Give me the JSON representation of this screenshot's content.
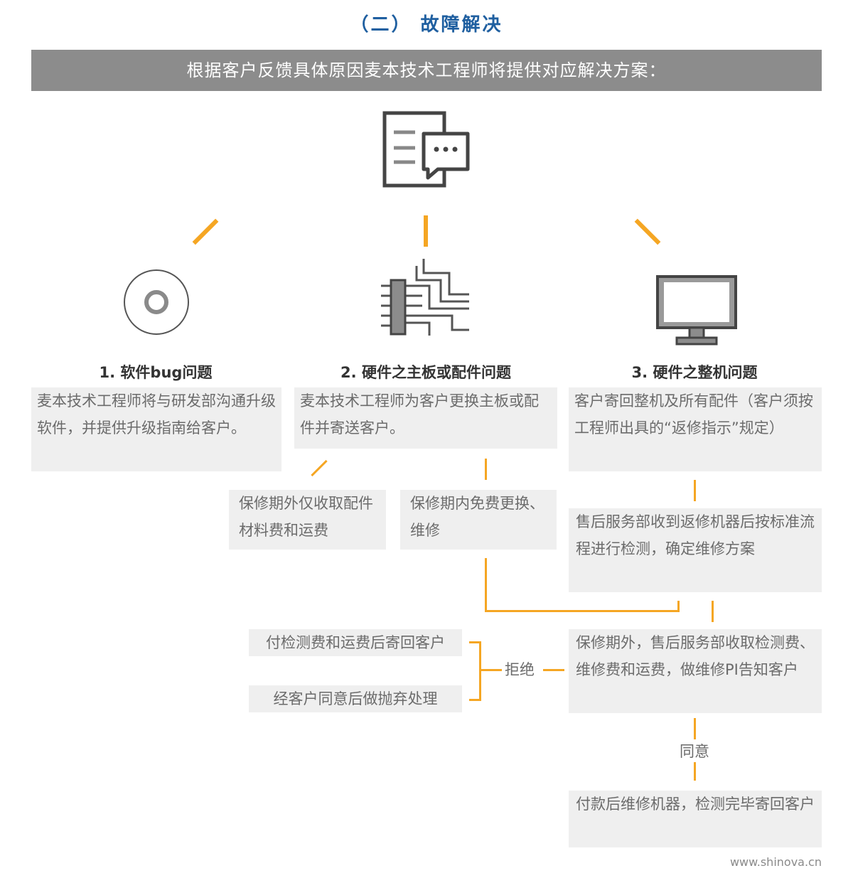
{
  "title": "（二） 故障解决",
  "banner": "根据客户反馈具体原因麦本技术工程师将提供对应解决方案：",
  "colors": {
    "accent": "#f5a623",
    "title": "#1f5fa0",
    "banner": "#8c8c8c",
    "box": "#efefef"
  },
  "icons": [
    "document-chat-icon",
    "disc-icon",
    "circuit-board-icon",
    "monitor-icon"
  ],
  "columns": [
    {
      "heading": "1.  软件bug问题",
      "text": "麦本技术工程师将与研发部沟通升级软件，并提供升级指南给客户。"
    },
    {
      "heading": "2.  硬件之主板或配件问题",
      "text": "麦本技术工程师为客户更换主板或配件并寄送客户。"
    },
    {
      "heading": "3.  硬件之整机问题",
      "text": "客户寄回整机及所有配件（客户须按工程师出具的“返修指示”规定）"
    }
  ],
  "hardware_branches": {
    "out_of_warranty": "保修期外仅收取配件材料费和运费",
    "in_warranty": "保修期内免费更换、维修"
  },
  "machine_flow": {
    "inspection": "售后服务部收到返修机器后按标准流程进行检测，确定维修方案",
    "quote": "保修期外，售后服务部收取检测费、维修费和运费，做维修PI告知客户",
    "reject_label": "拒绝",
    "reject_option_1": "付检测费和运费后寄回客户",
    "reject_option_2": "经客户同意后做抛弃处理",
    "agree_label": "同意",
    "final": "付款后维修机器，检测完毕寄回客户"
  },
  "footer": "www.shinova.cn"
}
